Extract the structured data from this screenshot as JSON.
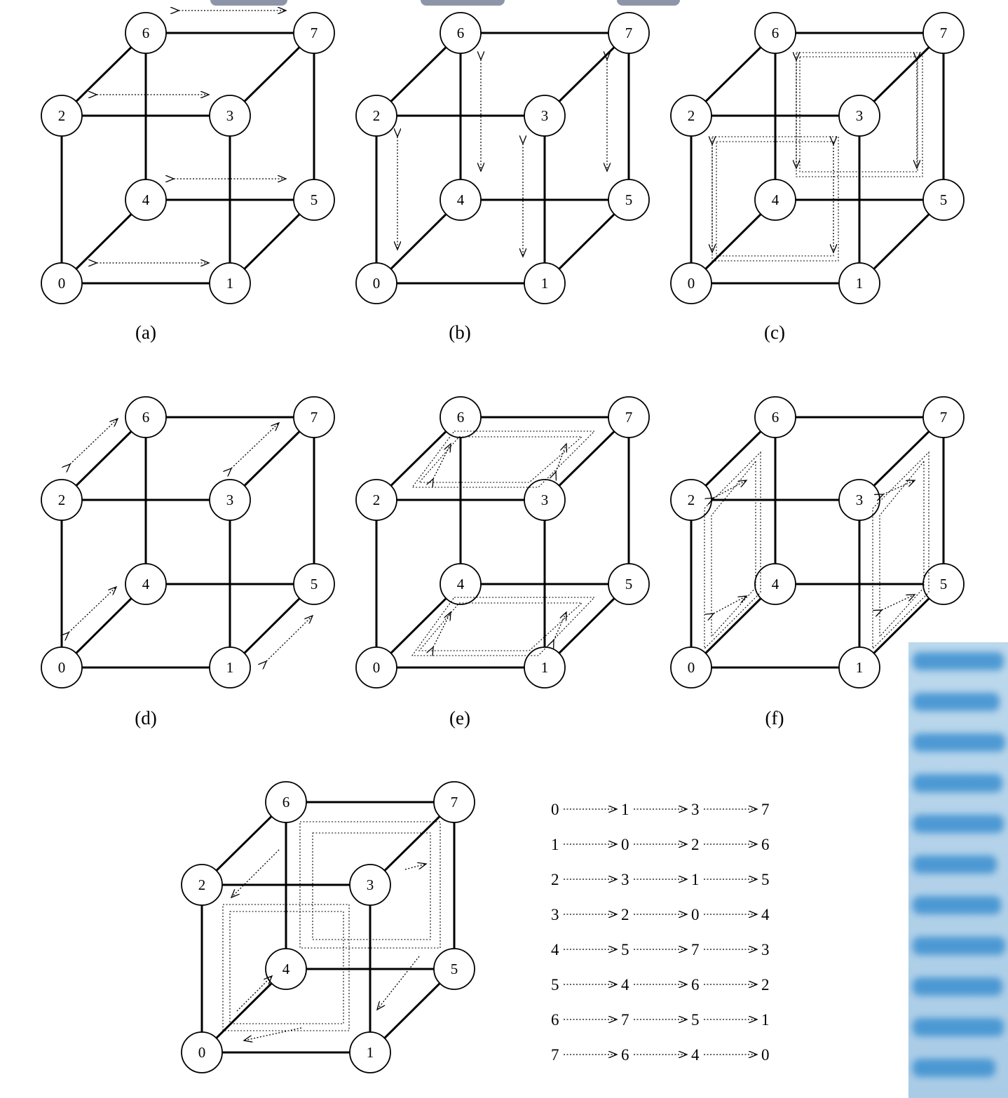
{
  "nodes": [
    "0",
    "1",
    "2",
    "3",
    "4",
    "5",
    "6",
    "7"
  ],
  "captions": [
    "(a)",
    "(b)",
    "(c)",
    "(d)",
    "(e)",
    "(f)"
  ],
  "routing_table": [
    [
      "0",
      "1",
      "3",
      "7"
    ],
    [
      "1",
      "0",
      "2",
      "6"
    ],
    [
      "2",
      "3",
      "1",
      "5"
    ],
    [
      "3",
      "2",
      "0",
      "4"
    ],
    [
      "4",
      "5",
      "7",
      "3"
    ],
    [
      "5",
      "4",
      "6",
      "2"
    ],
    [
      "6",
      "7",
      "5",
      "1"
    ],
    [
      "7",
      "6",
      "4",
      "0"
    ]
  ],
  "colors": {
    "edge": "#000000",
    "node_fill": "#ffffff",
    "blur_panel": "#3b8fd0"
  }
}
